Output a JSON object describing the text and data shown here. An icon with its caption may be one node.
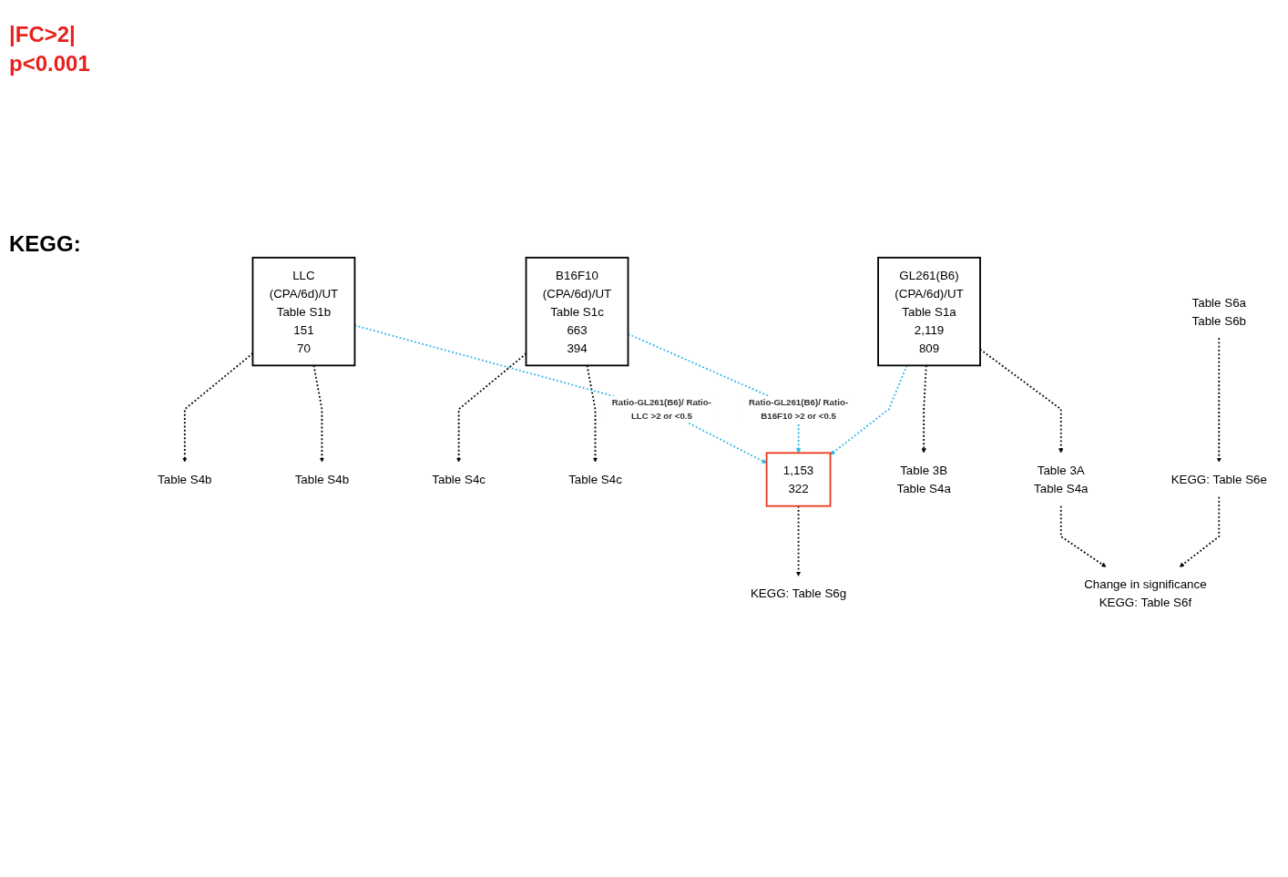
{
  "diagram": {
    "nodes": [
      {
        "text": [
          "LLC",
          "(CPA/6d)/UT",
          "Table S1b",
          "151",
          "70"
        ]
      },
      {
        "text": [
          "B16F10",
          "(CPA/6d)/UT",
          "Table S1c",
          "663",
          "394"
        ]
      },
      {
        "text": [
          "GL261(B6)",
          "(CPA/6d)/UT",
          "Table S1a",
          "2,119",
          "809"
        ]
      },
      {
        "text": [
          "Table S4b"
        ]
      },
      {
        "text": [
          "Table S4b"
        ]
      },
      {
        "text": [
          "Table S4c"
        ]
      },
      {
        "text": [
          "Table S4c"
        ]
      },
      {
        "text": [
          "Table 3A",
          "Table S4a"
        ]
      },
      {
        "text": [
          "Table 3B",
          "Table S4a"
        ]
      },
      {
        "text": [
          "1,153",
          "322"
        ]
      },
      {
        "text": [
          "Table S6a",
          "Table S6b"
        ]
      },
      {
        "text": [
          "KEGG: Table S6e"
        ]
      },
      {
        "text": [
          "KEGG: Table S6g"
        ]
      },
      {
        "text": [
          "Change in significance",
          "KEGG: Table S6f"
        ]
      }
    ],
    "edges": [
      {
        "from": 0,
        "to": 3,
        "arrow": "to",
        "style": "dashed"
      },
      {
        "from": 0,
        "to": 4,
        "arrow": "to",
        "style": "dashed"
      },
      {
        "from": 1,
        "to": 5,
        "arrow": "to",
        "style": "dashed"
      },
      {
        "from": 1,
        "to": 6,
        "arrow": "to",
        "style": "dashed"
      },
      {
        "from": 2,
        "to": 7,
        "arrow": "to",
        "style": "dashed"
      },
      {
        "from": 2,
        "to": 8,
        "arrow": "to",
        "style": "dashed"
      },
      {
        "from": 0,
        "to": 9,
        "arrow": "to",
        "style": "dashed",
        "color": "#29b6e8",
        "label": "Ratio-GL261(B6)/ Ratio-LLC >2 or <0.5"
      },
      {
        "from": 1,
        "to": 9,
        "arrow": "to",
        "style": "dashed",
        "color": "#29b6e8",
        "label": "Ratio-GL261(B6)/ Ratio-B16F10 >2 or <0.5"
      },
      {
        "from": 2,
        "to": 9,
        "arrow": "to",
        "style": "dashed",
        "color": "#29b6e8"
      },
      {
        "from": 10,
        "to": 11,
        "arrow": "to",
        "style": "dashed"
      },
      {
        "from": 9,
        "to": 12,
        "arrow": "to",
        "style": "dashed"
      },
      {
        "from": 7,
        "to": 13,
        "arrow": "to",
        "style": "dashed"
      },
      {
        "from": 11,
        "to": 13,
        "arrow": "to",
        "style": "dashed"
      }
    ],
    "labels": [
      "|FC>2|",
      "p<0.001",
      "KEGG:"
    ]
  }
}
